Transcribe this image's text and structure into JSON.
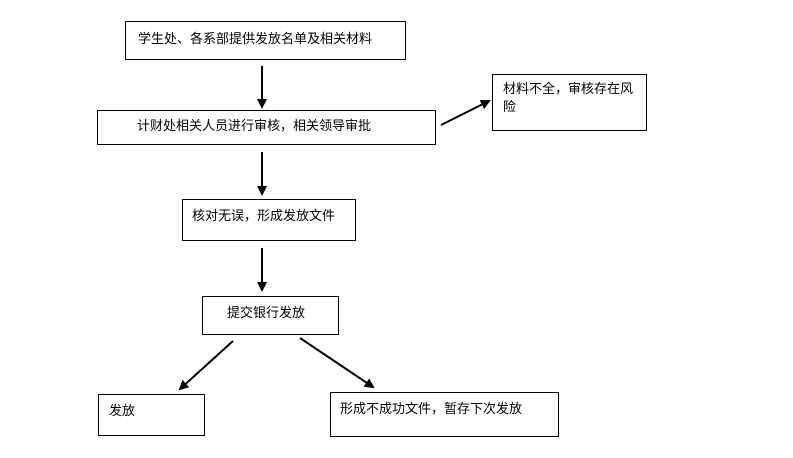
{
  "nodes": {
    "collect": "学生处、各系部提供发放名单及相关材料",
    "review": "计财处相关人员进行审核，相关领导审批",
    "risk": "材料不全，审核存在风险",
    "verified": "核对无误，形成发放文件",
    "submit": "提交银行发放",
    "issued": "发放",
    "failed": "形成不成功文件，暂存下次发放"
  },
  "colors": {
    "stroke": "#000000",
    "background": "#ffffff"
  }
}
